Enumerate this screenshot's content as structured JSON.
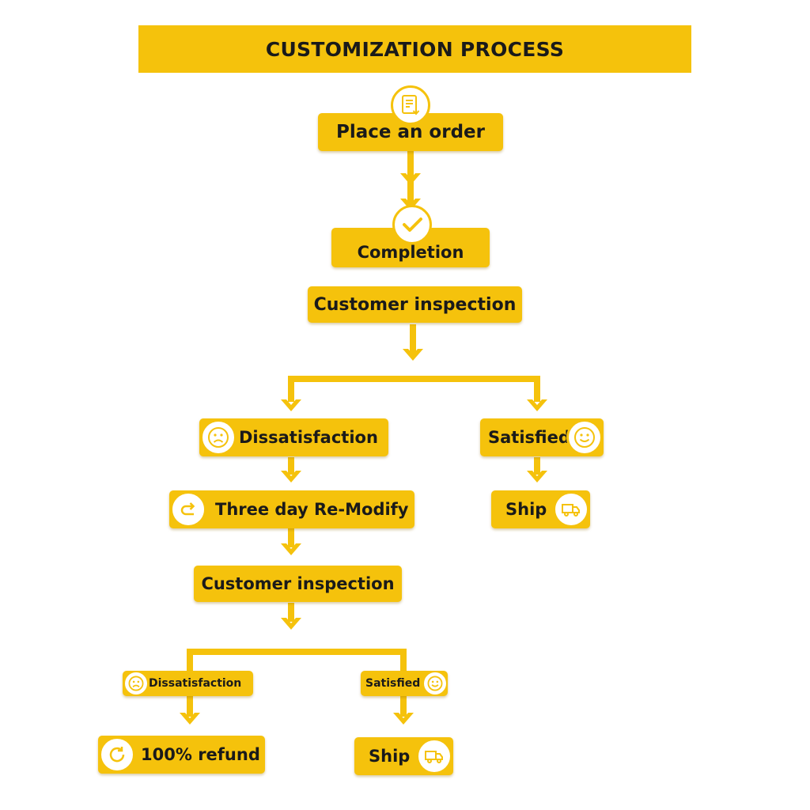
{
  "title": "CUSTOMIZATION PROCESS",
  "nodes": {
    "place_order": "Place an order",
    "completion": "Completion",
    "inspection_1": "Customer inspection",
    "dissatisfaction_1": "Dissatisfaction",
    "satisfied_1": "Satisfied",
    "remodify": "Three day Re-Modify",
    "ship_1": "Ship",
    "inspection_2": "Customer inspection",
    "dissatisfaction_2": "Dissatisfaction",
    "satisfied_2": "Satisfied",
    "refund": "100% refund",
    "ship_2": "Ship"
  },
  "icons": {
    "order": "order-form-icon",
    "completion": "check-icon",
    "dissatisfied": "sad-face-icon",
    "satisfied": "smiley-face-icon",
    "remodify": "redo-arrow-icon",
    "ship": "delivery-truck-icon",
    "refund": "refresh-circle-icon"
  },
  "colors": {
    "accent": "#f5c20c",
    "text": "#1a1a1a",
    "background": "#ffffff"
  }
}
